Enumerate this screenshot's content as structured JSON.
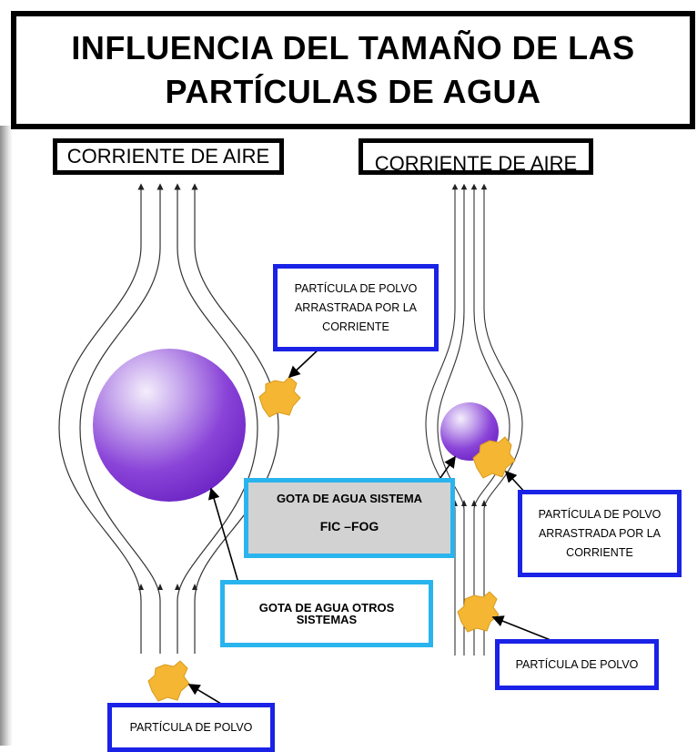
{
  "title": "INFLUENCIA DEL TAMAÑO DE LAS\nPARTÍCULAS DE AGUA",
  "air_current_left": "CORRIENTE DE AIRE",
  "air_current_right": "CORRIENTE DE AIRE",
  "callouts": {
    "dust_dragged_left": "PARTÍCULA DE POLVO\nARRASTRADA POR LA\nCORRIENTE",
    "dust_dragged_right": "PARTÍCULA DE POLVO\nARRASTRADA POR LA\nCORRIENTE",
    "fic_fog_line1": "GOTA DE AGUA SISTEMA",
    "fic_fog_line2": "FIC –FOG",
    "other_systems": "GOTA DE AGUA OTROS\nSISTEMAS",
    "dust_right": "PARTÍCULA DE POLVO",
    "dust_left": "PARTÍCULA DE POLVO"
  },
  "colors": {
    "droplet": "#7b2fd0",
    "droplet_highlight": "#f4eefc",
    "dust": "#f5b733",
    "callout_blue": "#1a22e6",
    "callout_cyan": "#2ab4ee"
  }
}
